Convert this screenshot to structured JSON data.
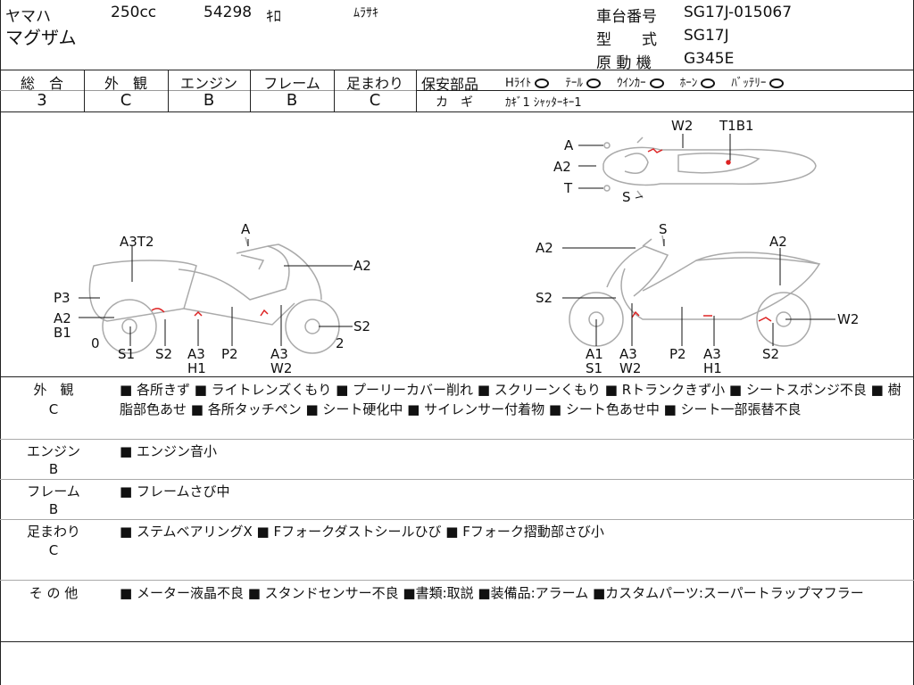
{
  "header": {
    "maker": "ヤマハ",
    "displacement": "250cc",
    "mileage": "54298",
    "mileage_unit": "ｷﾛ",
    "color": "ﾑﾗｻｷ",
    "model": "マグザム",
    "chassis_label": "車台番号",
    "chassis_value": "SG17J-015067",
    "type_label": "型　　式",
    "type_value": "SG17J",
    "engine_label": "原 動 機",
    "engine_value": "G345E"
  },
  "grades": [
    {
      "label": "総　合",
      "value": "3"
    },
    {
      "label": "外　観",
      "value": "C"
    },
    {
      "label": "エンジン",
      "value": "B"
    },
    {
      "label": "フレーム",
      "value": "B"
    },
    {
      "label": "足まわり",
      "value": "C"
    }
  ],
  "safety": {
    "label": "保安部品",
    "items": [
      "Hﾗｲﾄ",
      "ﾃｰﾙ",
      "ｳｲﾝｶｰ",
      "ﾎｰﾝ",
      "ﾊﾞｯﾃﾘｰ"
    ],
    "key_label": "カ　ギ",
    "key_value": "ｶｷﾞ1 ｼｬｯﾀｰｷｰ1"
  },
  "diagram": {
    "top_labels": [
      "W2",
      "T1B1",
      "A",
      "A2",
      "T",
      "S"
    ],
    "left_labels": [
      "A3T2",
      "A",
      "A2",
      "P3",
      "A2",
      "B1",
      "0",
      "S1",
      "S2",
      "A3",
      "H1",
      "P2",
      "A3",
      "W2",
      "S2",
      "2"
    ],
    "right_labels": [
      "S",
      "A2",
      "A2",
      "S2",
      "W2",
      "A1",
      "S1",
      "A3",
      "W2",
      "P2",
      "A3",
      "H1",
      "S2"
    ]
  },
  "sections": [
    {
      "label": "外　観",
      "grade": "C",
      "text": "■ 各所きず ■ ライトレンズくもり ■ プーリーカバー削れ ■ スクリーンくもり ■ Rトランクきず小 ■ シートスポンジ不良 ■ 樹脂部色あせ ■ 各所タッチペン ■ シート硬化中 ■ サイレンサー付着物 ■ シート色あせ中 ■ シート一部張替不良"
    },
    {
      "label": "エンジン",
      "grade": "B",
      "text": "■ エンジン音小"
    },
    {
      "label": "フレーム",
      "grade": "B",
      "text": "■ フレームさび中"
    },
    {
      "label": "足まわり",
      "grade": "C",
      "text": "■ ステムベアリングX ■ Fフォークダストシールひび ■ Fフォーク摺動部さび小"
    },
    {
      "label": "そ の 他",
      "grade": "",
      "text": "■ メーター液晶不良 ■ スタンドセンサー不良 ■書類:取説 ■装備品:アラーム ■カスタムパーツ:スーパートラップマフラー"
    }
  ]
}
